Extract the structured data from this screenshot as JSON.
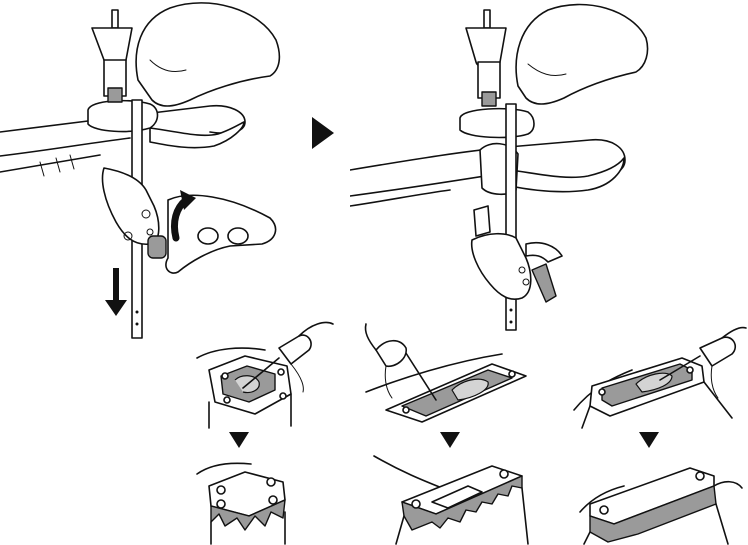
{
  "figure": {
    "panels": [
      {
        "id": "compress-caliper",
        "icons": [
          "syringe-icon",
          "hand-icon",
          "push-down-arrow-icon",
          "rotate-arrow-icon"
        ]
      },
      {
        "id": "caliper-compressed",
        "icons": [
          "syringe-icon",
          "hand-icon"
        ]
      }
    ],
    "steps": [
      {
        "id": "reservoir-a",
        "icons": [
          "syringe-icon",
          "reservoir-icon"
        ]
      },
      {
        "id": "reservoir-b",
        "icons": [
          "syringe-icon",
          "reservoir-icon"
        ]
      },
      {
        "id": "reservoir-c",
        "icons": [
          "syringe-icon",
          "reservoir-icon"
        ]
      }
    ],
    "arrow_color": "#111111",
    "accent_gray": "#9a9a9a"
  }
}
